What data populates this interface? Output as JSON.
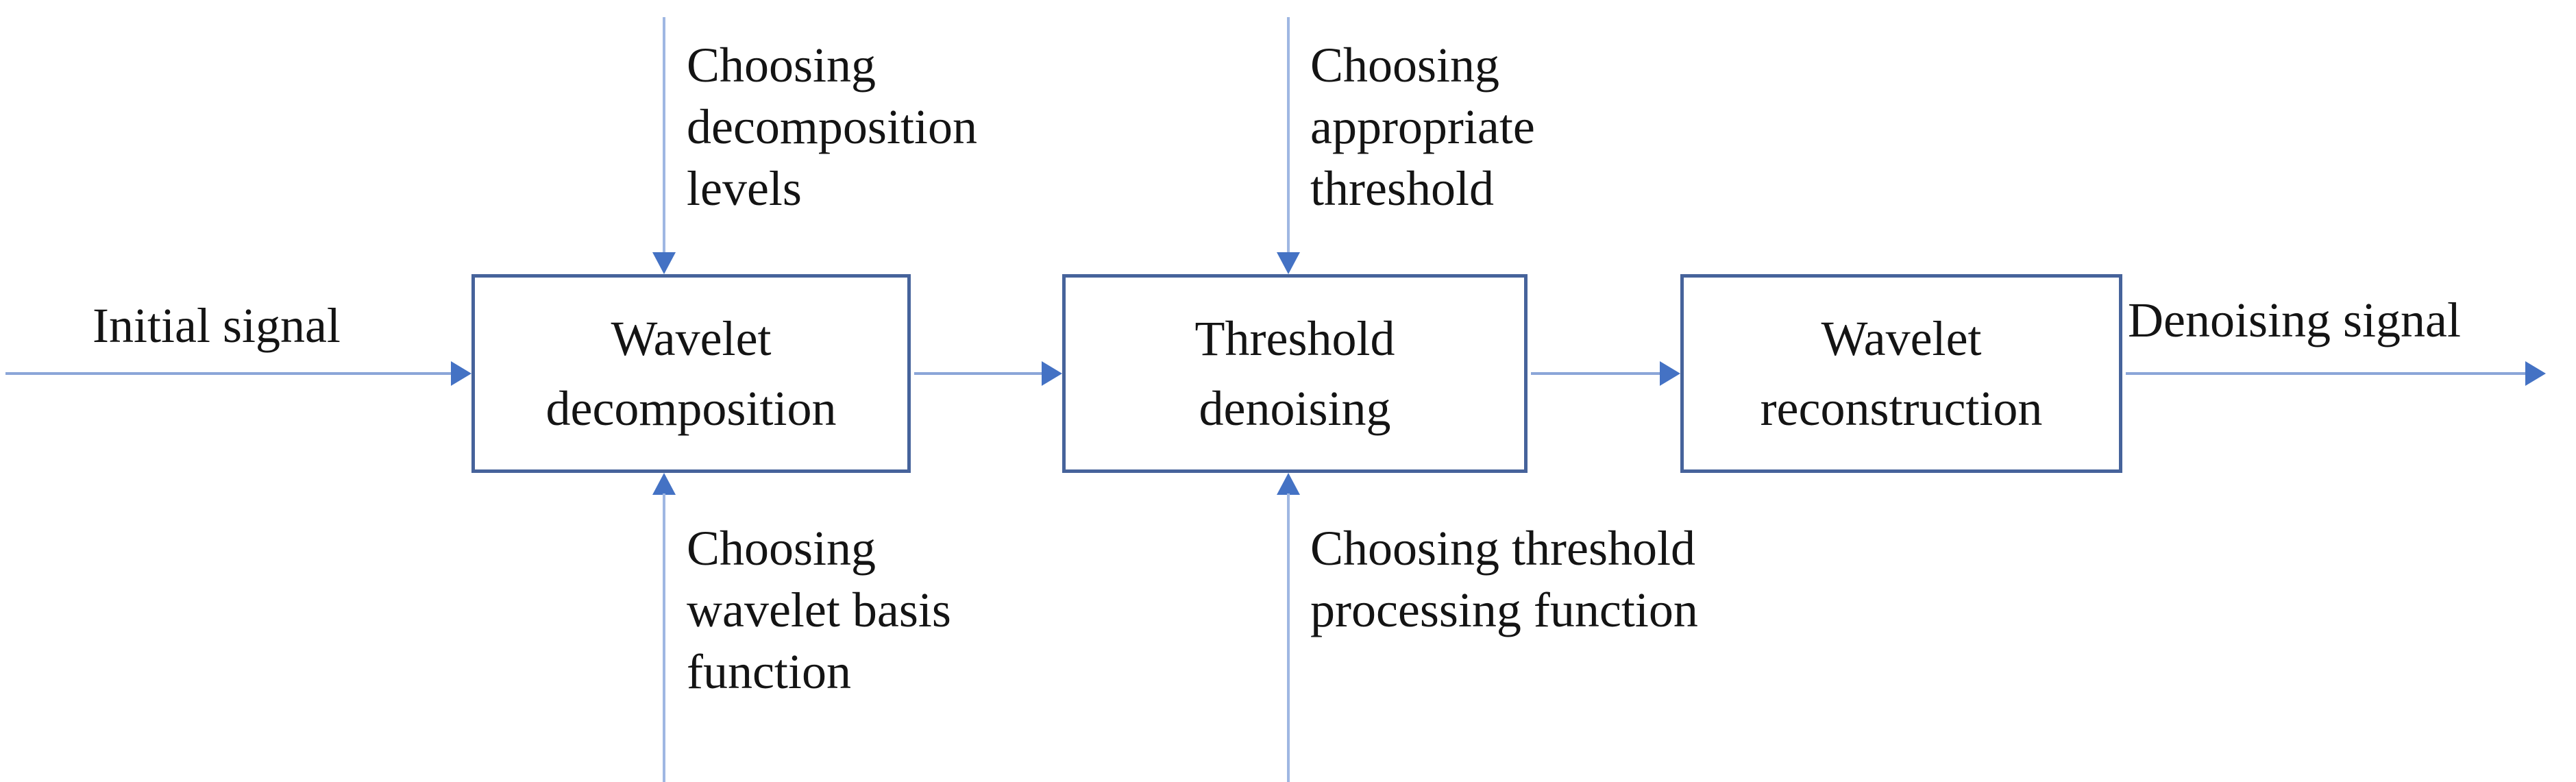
{
  "diagram": {
    "boxes": [
      {
        "line1": "Wavelet",
        "line2": "decomposition"
      },
      {
        "line1": "Threshold",
        "line2": "denoising"
      },
      {
        "line1": "Wavelet",
        "line2": "reconstruction"
      }
    ],
    "input_label": "Initial signal",
    "output_label": "Denoising signal",
    "annotations": {
      "top_left": {
        "lines": [
          "Choosing",
          "decomposition",
          "levels"
        ]
      },
      "top_right": {
        "lines": [
          "Choosing",
          "appropriate",
          "threshold"
        ]
      },
      "bottom_left": {
        "lines": [
          "Choosing",
          "wavelet basis",
          "function"
        ]
      },
      "bottom_right": {
        "lines": [
          "Choosing threshold",
          "processing function"
        ]
      }
    },
    "colors": {
      "background": "#ffffff",
      "text": "#141414",
      "box_border": "#46639b",
      "arrow_head": "#4472c4",
      "line_vertical": "#9fb7e2",
      "line_horizontal": "#8ba6d8"
    }
  }
}
